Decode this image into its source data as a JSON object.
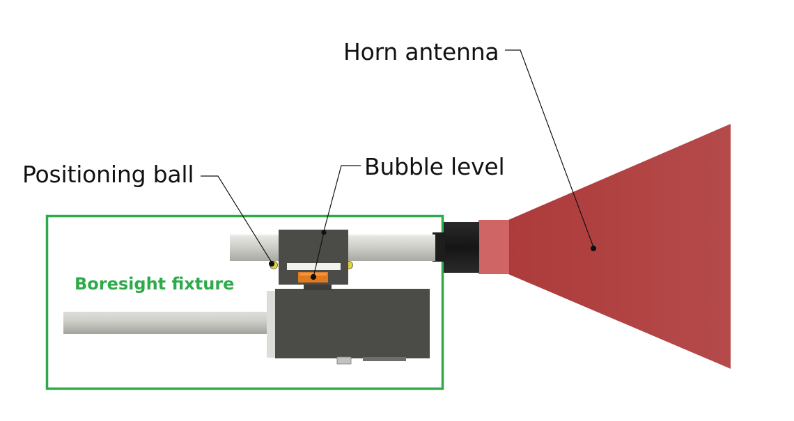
{
  "colors": {
    "fixture_box": "#2faa4a",
    "horn_body": "#b54646",
    "horn_throat": "#cf6565",
    "rod": "#c9c9c4",
    "block_dark": "#4b4b48",
    "bubble_vial": "#e07a1e",
    "callout_line": "#111111"
  },
  "labels": {
    "horn_antenna": "Horn antenna",
    "bubble_level": "Bubble level",
    "positioning_ball": "Positioning ball",
    "boresight_fixture": "Boresight fixture"
  }
}
